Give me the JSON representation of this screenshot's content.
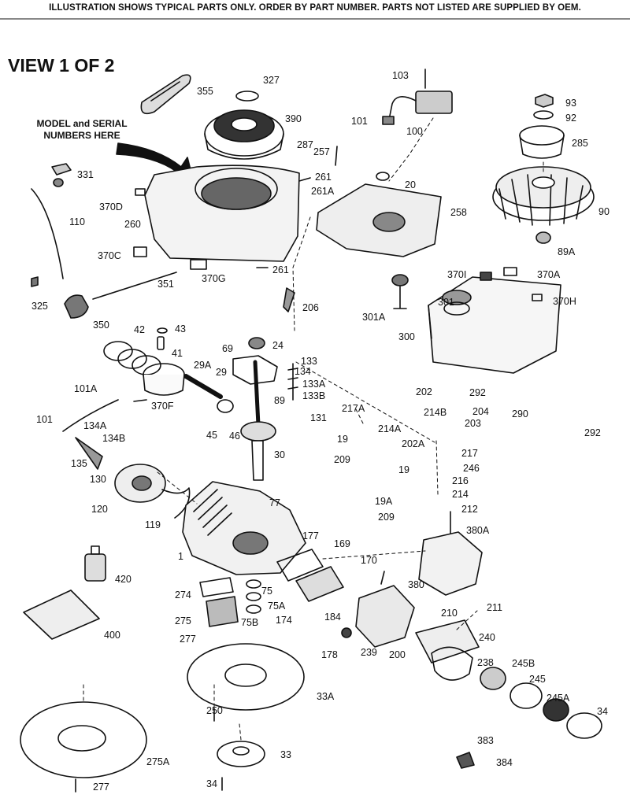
{
  "header": {
    "notice": "ILLUSTRATION SHOWS TYPICAL PARTS ONLY.  ORDER BY PART NUMBER.  PARTS NOT LISTED ARE SUPPLIED BY OEM."
  },
  "view": {
    "title": "VIEW 1 OF 2"
  },
  "callout": {
    "line1": "MODEL and SERIAL",
    "line2": "NUMBERS HERE"
  },
  "part_labels": [
    "355",
    "327",
    "390",
    "287",
    "103",
    "101",
    "100",
    "93",
    "92",
    "285",
    "331",
    "257",
    "261",
    "261A",
    "20",
    "90",
    "370D",
    "260",
    "110",
    "370C",
    "370G",
    "258",
    "261",
    "89A",
    "351",
    "370I",
    "370A",
    "301",
    "370H",
    "325",
    "350",
    "206",
    "301A",
    "300",
    "42",
    "43",
    "41",
    "24",
    "69",
    "133",
    "134",
    "133A",
    "133B",
    "29A",
    "29",
    "89",
    "131",
    "292",
    "290",
    "202",
    "204",
    "214B",
    "203",
    "101A",
    "370F",
    "217A",
    "101",
    "134A",
    "134B",
    "214A",
    "45",
    "46",
    "202A",
    "19",
    "292",
    "30",
    "209",
    "217",
    "135",
    "130",
    "19",
    "246",
    "216",
    "214",
    "77",
    "120",
    "119",
    "19A",
    "209",
    "212",
    "177",
    "169",
    "380A",
    "1",
    "170",
    "420",
    "274",
    "75",
    "75A",
    "380",
    "211",
    "210",
    "275",
    "75B",
    "174",
    "184",
    "240",
    "400",
    "277",
    "178",
    "239",
    "200",
    "238",
    "245B",
    "245",
    "33A",
    "245A",
    "250",
    "34",
    "275A",
    "33",
    "383",
    "384",
    "277",
    "34"
  ]
}
